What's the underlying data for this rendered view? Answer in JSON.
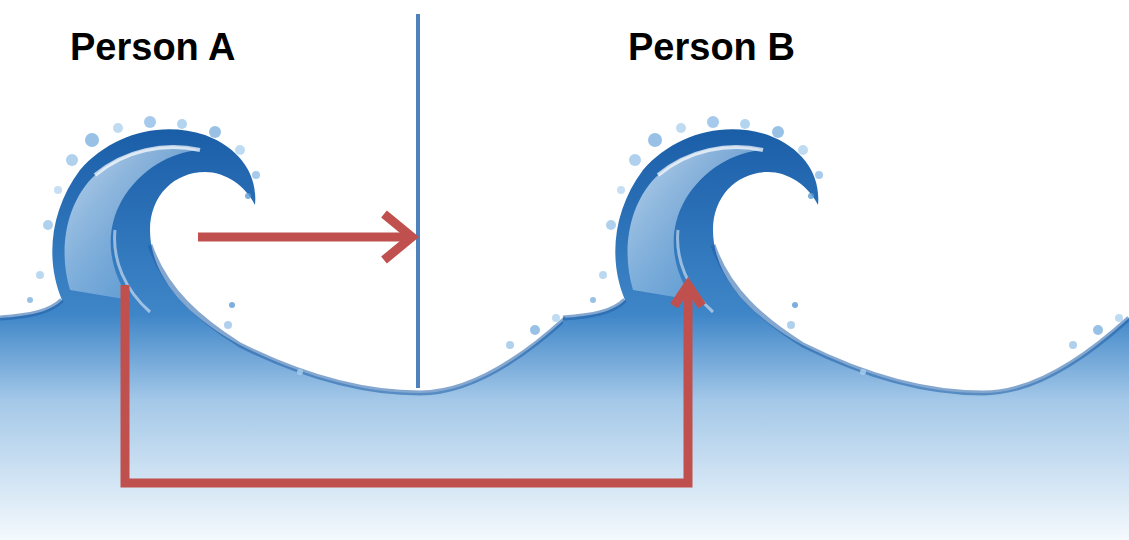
{
  "diagram": {
    "nodes": [
      {
        "text": [
          "Person A"
        ]
      },
      {
        "text": [
          "Person B"
        ]
      }
    ],
    "edges": [
      {
        "from": 0,
        "to": 1,
        "arrow": "to"
      }
    ]
  }
}
